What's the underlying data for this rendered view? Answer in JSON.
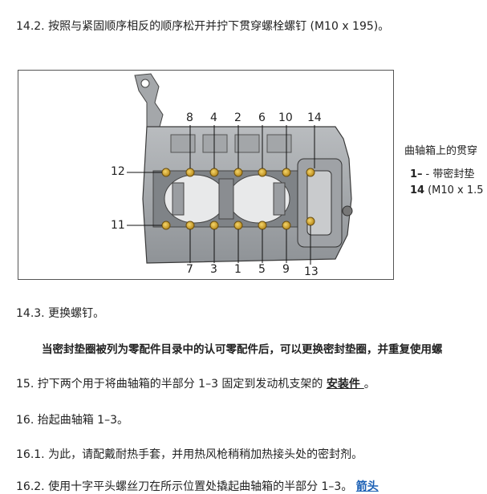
{
  "steps": {
    "s14_2": "14.2.  按照与紧固顺序相反的顺序松开并拧下贯穿螺栓螺钉 (M10 x 195)。",
    "s14_3": "14.3.  更换螺钉。",
    "note": "当密封垫圈被列为零配件目录中的认可零配件后，可以更换密封垫圈，并重复使用螺",
    "s15_prefix": "15.  拧下两个用于将曲轴箱的半部分 1–3 固定到发动机支架的 ",
    "s15_link": "安装件 ",
    "s15_suffix": "。",
    "s16": "16.  抬起曲轴箱 1–3。",
    "s16_1": "16.1.  为此，请配戴耐热手套，并用热风枪稍稍加热接头处的密封剂。",
    "s16_2": "16.2.  使用十字平头螺丝刀在所示位置处撬起曲轴箱的半部分 1–3。",
    "s16_2_link": "箭头"
  },
  "figure": {
    "top_labels": [
      "8",
      "4",
      "2",
      "6",
      "10",
      "14"
    ],
    "bottom_labels": [
      "7",
      "3",
      "1",
      "5",
      "9",
      "13"
    ],
    "left_top_label": "12",
    "left_bottom_label": "11"
  },
  "side": {
    "caption": "曲轴箱上的贯穿",
    "legend1_num": "1–",
    "legend1_text": "- 带密封垫",
    "legend2_num": "14",
    "legend2_text": "(M10 x 1.5"
  }
}
